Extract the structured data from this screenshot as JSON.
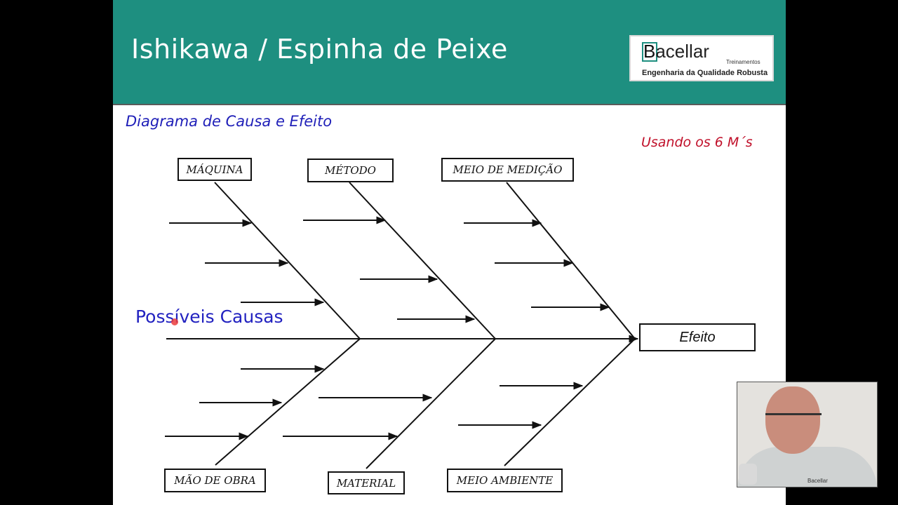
{
  "slide": {
    "title": "Ishikawa / Espinha de Peixe",
    "subtitle": "Diagrama de Causa e Efeito",
    "note": "Usando os 6 M´s",
    "causes_label": "Possíveis Causas"
  },
  "logo": {
    "name": "acellar",
    "tagline": "Treinamentos",
    "slogan": "Engenharia da Qualidade Robusta"
  },
  "diagram": {
    "effect": "Efeito",
    "categories_top": [
      "MÁQUINA",
      "MÉTODO",
      "MEIO DE MEDIÇÃO"
    ],
    "categories_bottom": [
      "MÃO DE OBRA",
      "MATERIAL",
      "MEIO AMBIENTE"
    ]
  },
  "webcam": {
    "shirt_logo": "acellar"
  },
  "colors": {
    "header": "#1e8f80",
    "subtitle": "#1f1fb8",
    "note": "#c0102a",
    "causes": "#2222c0"
  }
}
